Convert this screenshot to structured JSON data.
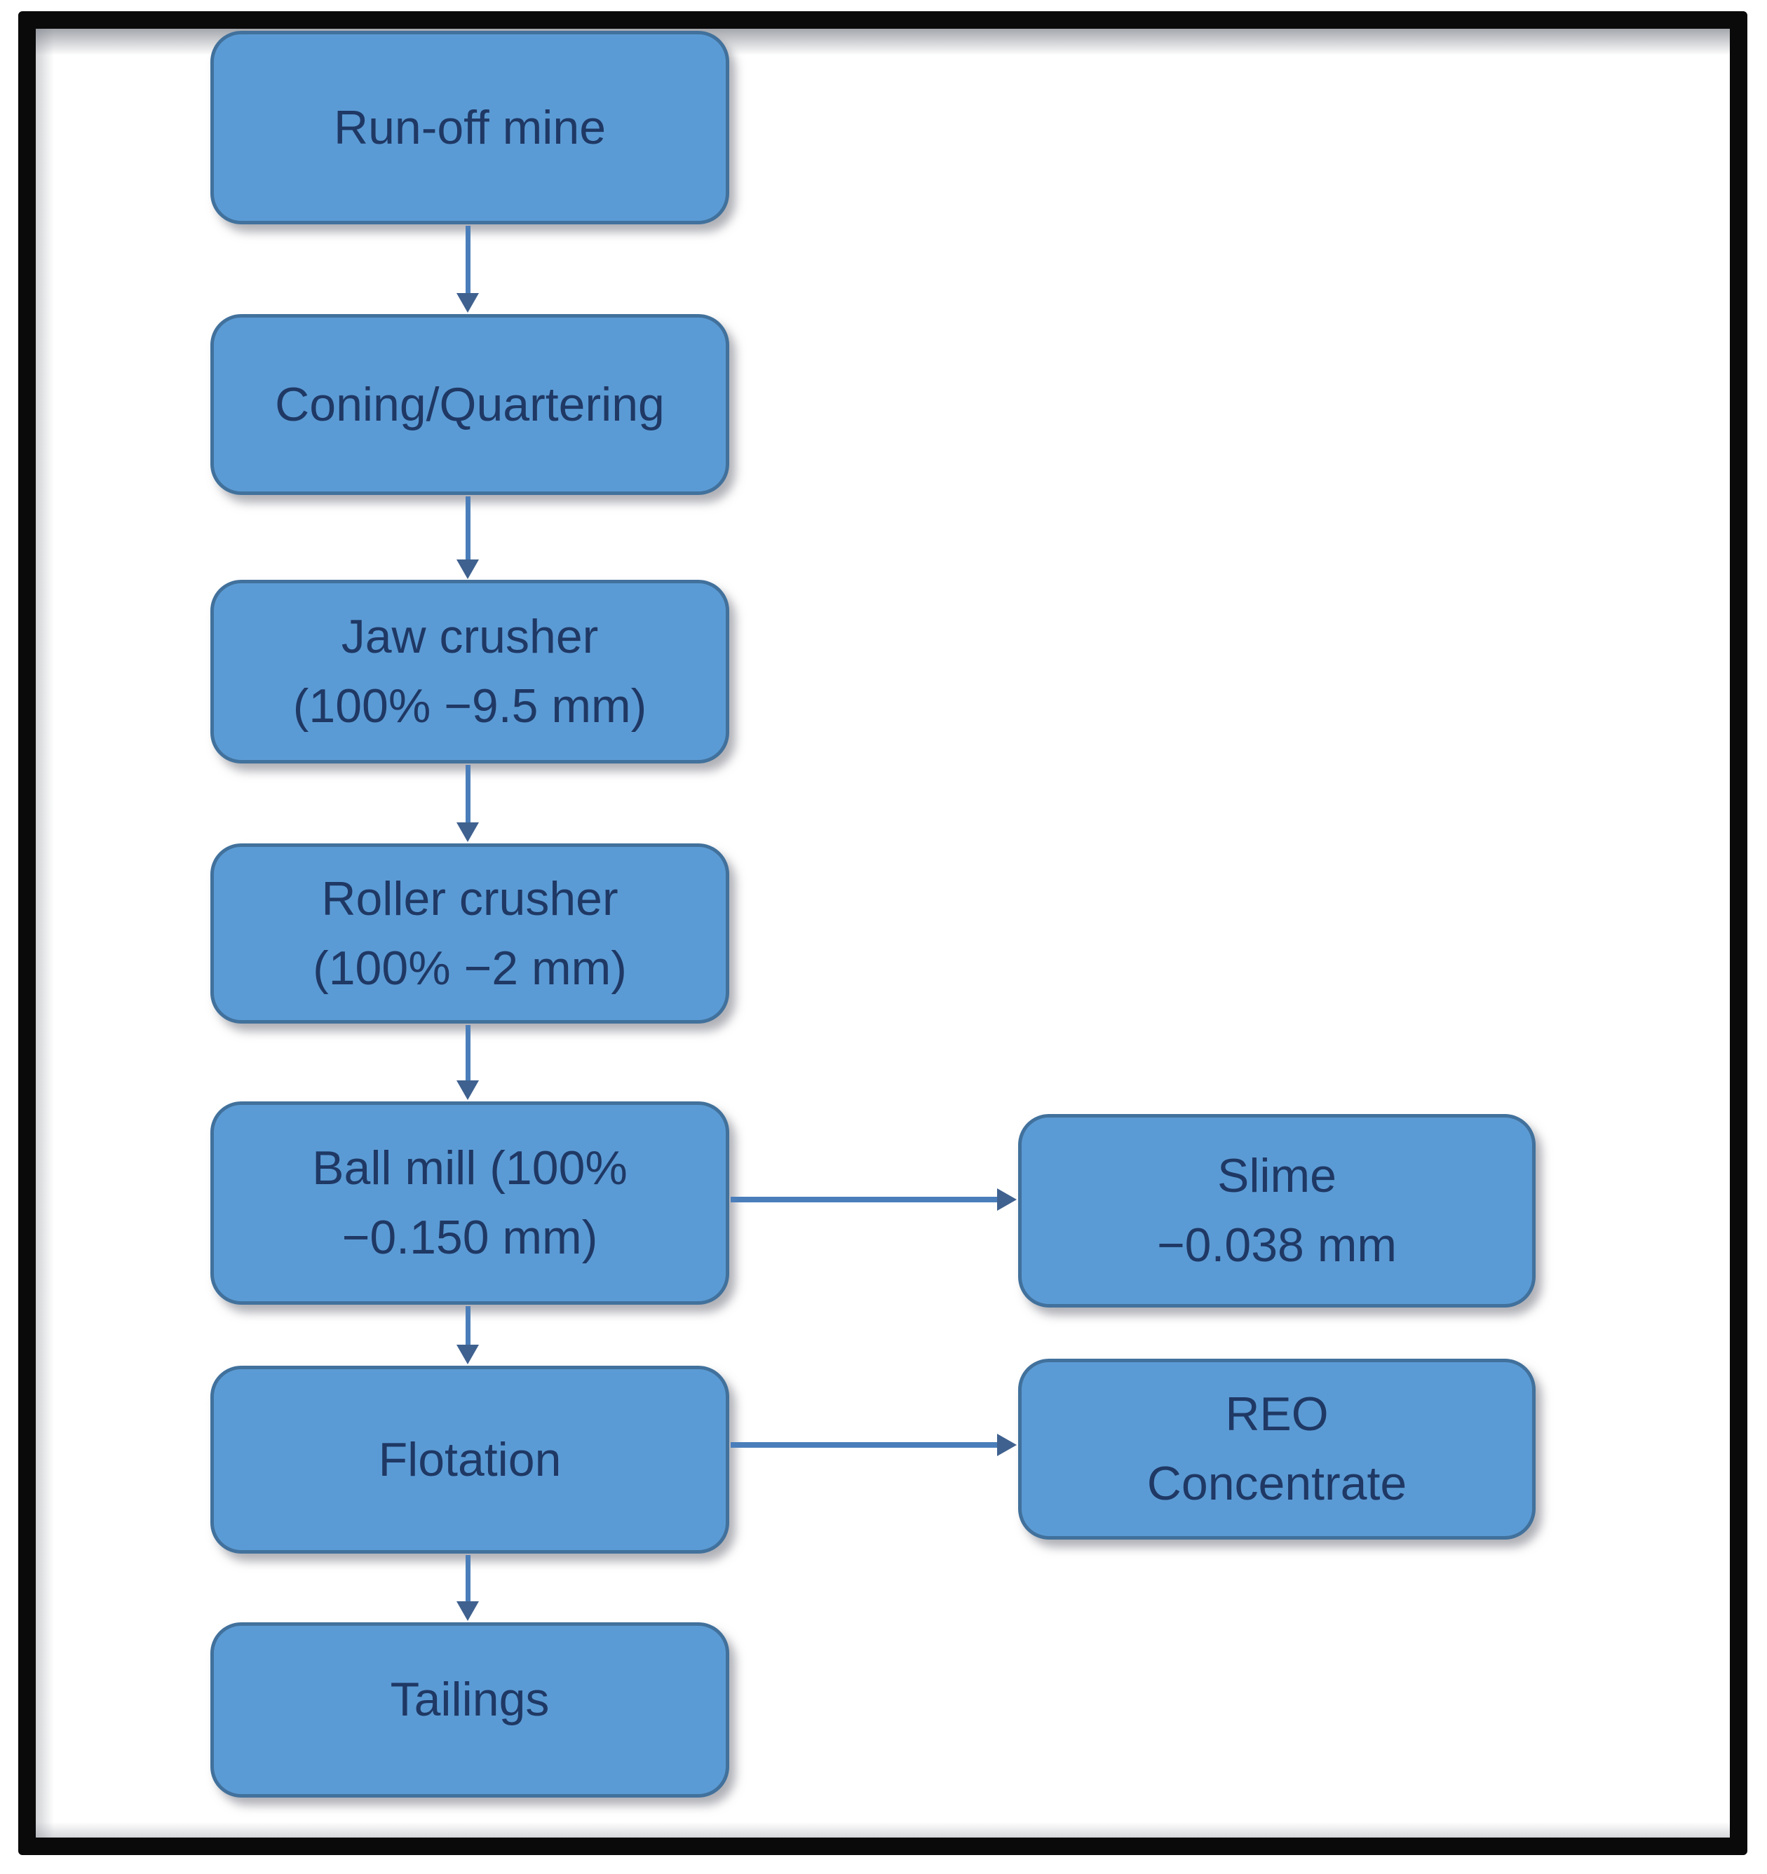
{
  "diagram": {
    "type": "flowchart",
    "background": "#ffffff",
    "frame_color": "#0a0a0a",
    "node_fill": "#5B9BD5",
    "node_border": "#41719C",
    "node_text_color": "#1F3864",
    "arrow_color": "#4A7EBB",
    "nodes": [
      {
        "id": "run-off-mine",
        "label": "Run-off mine"
      },
      {
        "id": "coning-quartering",
        "label": "Coning/Quartering"
      },
      {
        "id": "jaw-crusher",
        "label": "Jaw crusher\n(100% −9.5 mm)"
      },
      {
        "id": "roller-crusher",
        "label": "Roller crusher\n(100% −2 mm)"
      },
      {
        "id": "ball-mill",
        "label": "Ball mill (100%\n−0.150 mm)"
      },
      {
        "id": "slime",
        "label": "Slime\n−0.038 mm"
      },
      {
        "id": "flotation",
        "label": "Flotation"
      },
      {
        "id": "reo-concentrate",
        "label": "REO\nConcentrate"
      },
      {
        "id": "tailings",
        "label": "Tailings"
      }
    ],
    "edges": [
      {
        "from": "run-off-mine",
        "to": "coning-quartering",
        "direction": "down"
      },
      {
        "from": "coning-quartering",
        "to": "jaw-crusher",
        "direction": "down"
      },
      {
        "from": "jaw-crusher",
        "to": "roller-crusher",
        "direction": "down"
      },
      {
        "from": "roller-crusher",
        "to": "ball-mill",
        "direction": "down"
      },
      {
        "from": "ball-mill",
        "to": "slime",
        "direction": "right"
      },
      {
        "from": "ball-mill",
        "to": "flotation",
        "direction": "down"
      },
      {
        "from": "flotation",
        "to": "reo-concentrate",
        "direction": "right"
      },
      {
        "from": "flotation",
        "to": "tailings",
        "direction": "down"
      }
    ]
  }
}
